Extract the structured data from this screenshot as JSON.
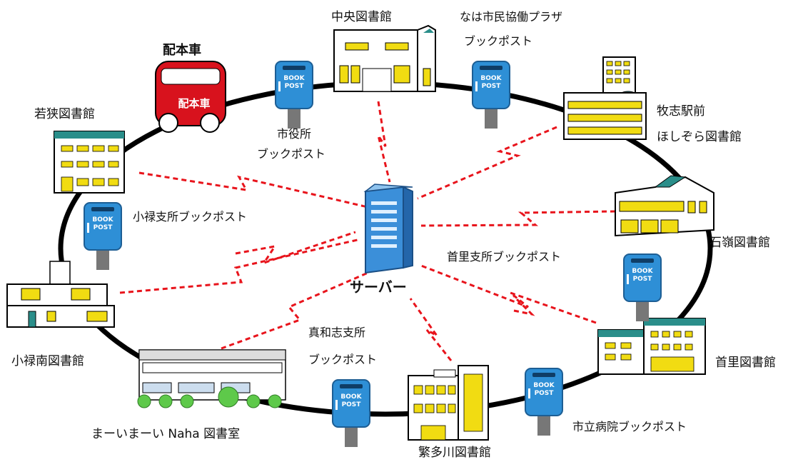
{
  "labels": {
    "truck": "配本車",
    "truck_sign": "配本車",
    "wakasa": "若狭図書館",
    "chuo": "中央図書館",
    "naha_plaza_line1": "なは市民協働プラザ",
    "naha_plaza_line2": "ブックポスト",
    "shiyakusho_line1": "市役所",
    "shiyakusho_line2": "ブックポスト",
    "makishi_line1": "牧志駅前",
    "makishi_line2": "ほしぞら図書館",
    "oroku_branch": "小禄支所ブックポスト",
    "server": "サーバー",
    "ishimine": "石嶺図書館",
    "shuri_branch": "首里支所ブックポスト",
    "oroku_minami": "小禄南図書館",
    "mawashi_line1": "真和志支所",
    "mawashi_line2": "ブックポスト",
    "shuri": "首里図書館",
    "hospital": "市立病院ブックポスト",
    "maaimaai": "まーいまーい Naha 図書室",
    "shigetagawa": "繁多川図書館"
  },
  "bookpost": {
    "line1": "BOOK",
    "line2": "POST"
  },
  "colors": {
    "ring": "#000000",
    "link": "#e8141c",
    "bookpost": "#2e8fd6",
    "truck": "#d8121d",
    "building_window": "#f1dc12",
    "building_teal": "#2a8e8a",
    "server": "#3b8fd9"
  }
}
